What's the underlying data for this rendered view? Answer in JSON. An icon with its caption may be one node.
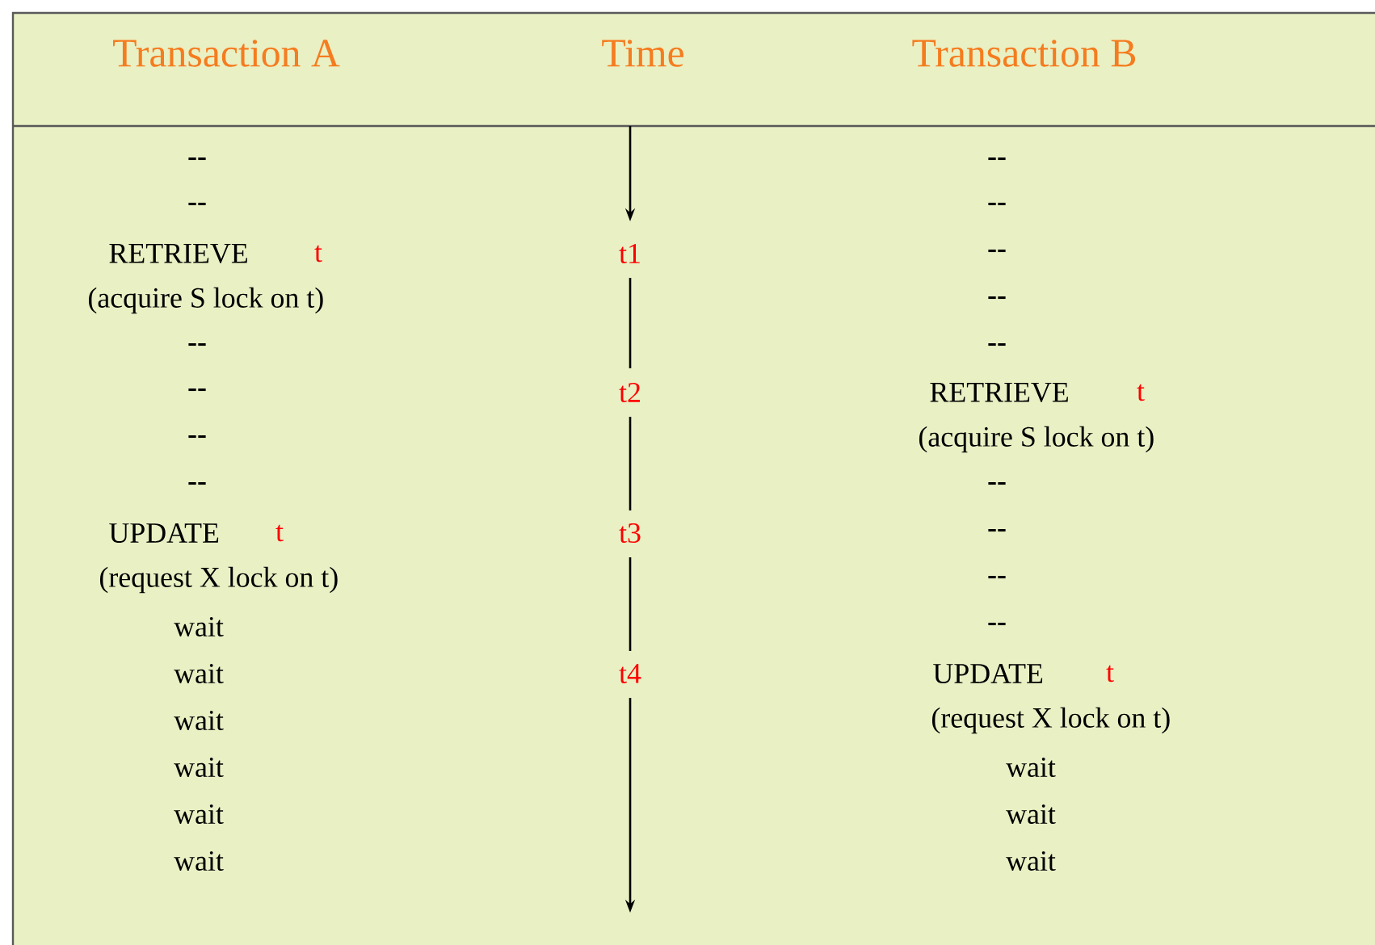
{
  "diagram": {
    "labels": [
      "Transaction A",
      "Time",
      "Transaction B",
      "--",
      "--",
      "--",
      "--",
      "RETRIEVE",
      "t",
      "t1",
      "--",
      "(acquire S lock on t)",
      "--",
      "--",
      "--",
      "--",
      "t2",
      "RETRIEVE",
      "t",
      "--",
      "(acquire S lock on t)",
      "--",
      "--",
      "UPDATE",
      "t",
      "t3",
      "--",
      "(request X  lock on t)",
      "--",
      "wait",
      "--",
      "wait",
      "t4",
      "UPDATE",
      "t",
      "wait",
      "(request X lock on t)",
      "wait",
      "wait",
      "wait",
      "wait",
      "wait",
      "wait"
    ]
  }
}
